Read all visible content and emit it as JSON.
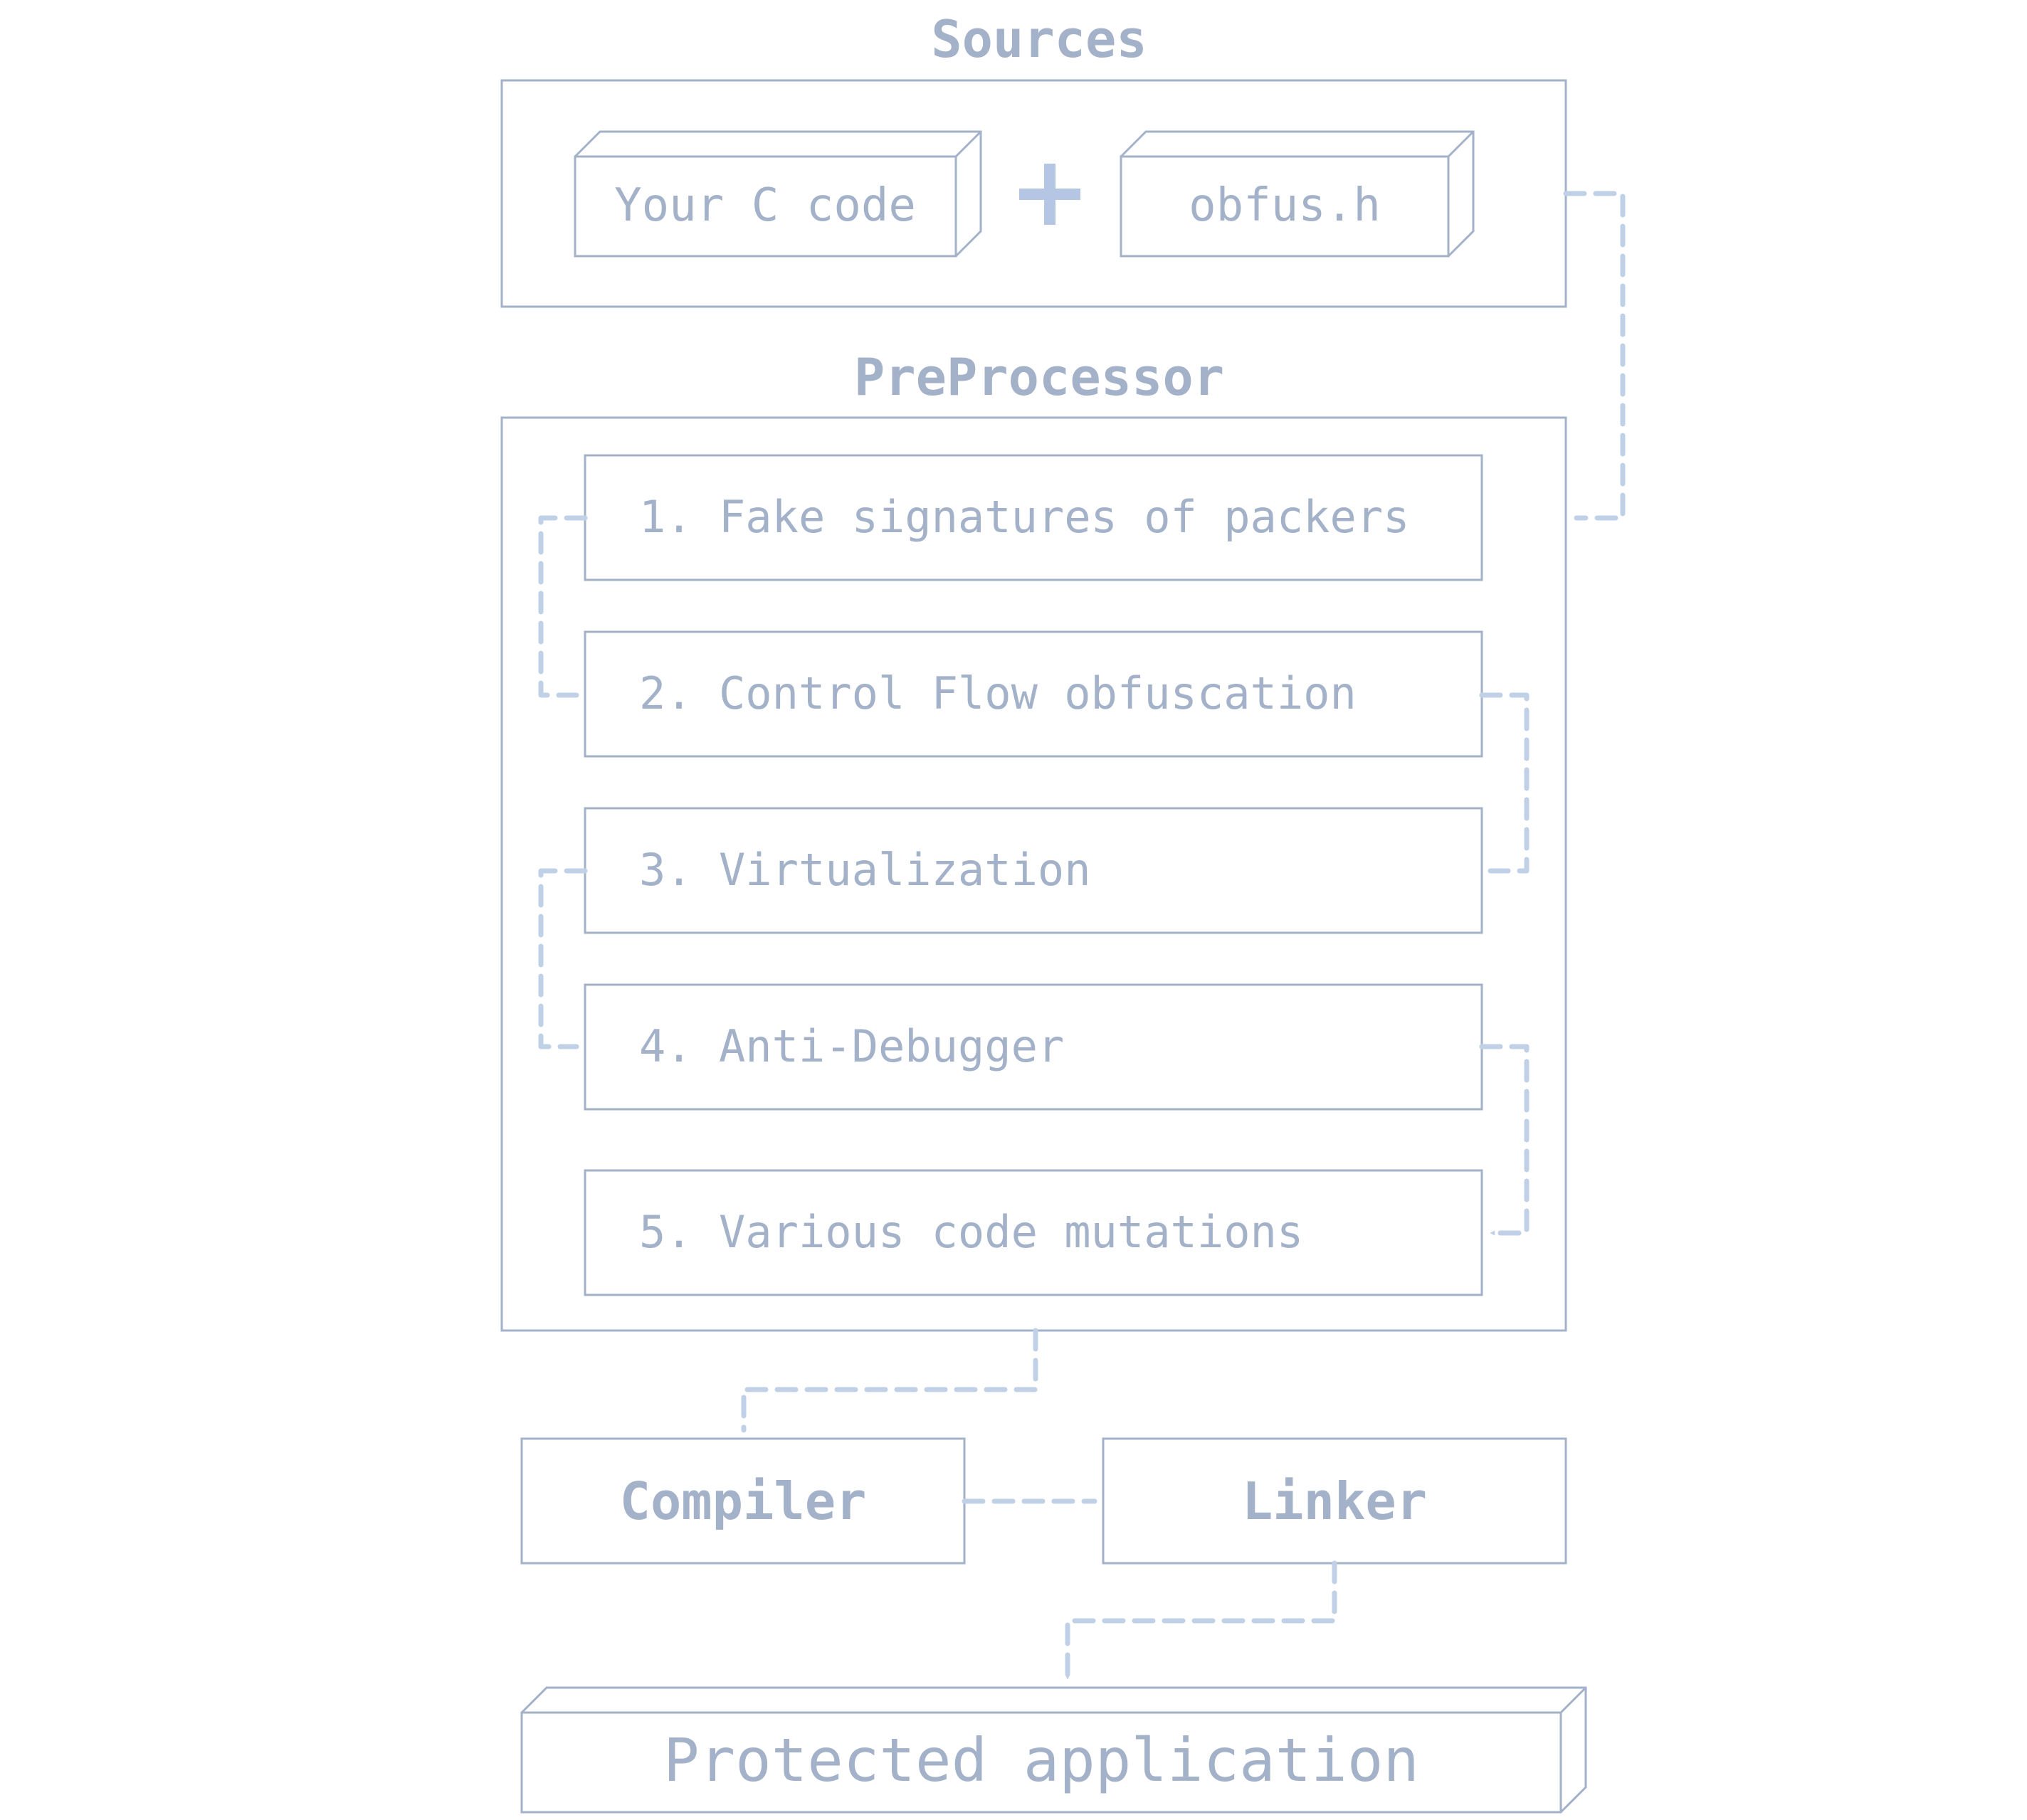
{
  "sources": {
    "title": "Sources",
    "items": [
      "Your C code",
      "obfus.h"
    ]
  },
  "preprocessor": {
    "title": "PreProcessor",
    "steps": [
      "1. Fake signatures of packers",
      "2. Control Flow obfuscation",
      "3. Virtualization",
      "4. Anti-Debugger",
      "5. Various code mutations"
    ]
  },
  "build": {
    "compiler": "Compiler",
    "linker": "Linker"
  },
  "output": {
    "label": "Protected application"
  },
  "colors": {
    "box_stroke": "#a3b1c9",
    "text": "#a3b1c9",
    "flow_line": "#c0d0e6",
    "plus_sign": "#b4c6e4"
  },
  "icons": {
    "combine": "plus-icon",
    "connector": "dashed-arrow"
  }
}
